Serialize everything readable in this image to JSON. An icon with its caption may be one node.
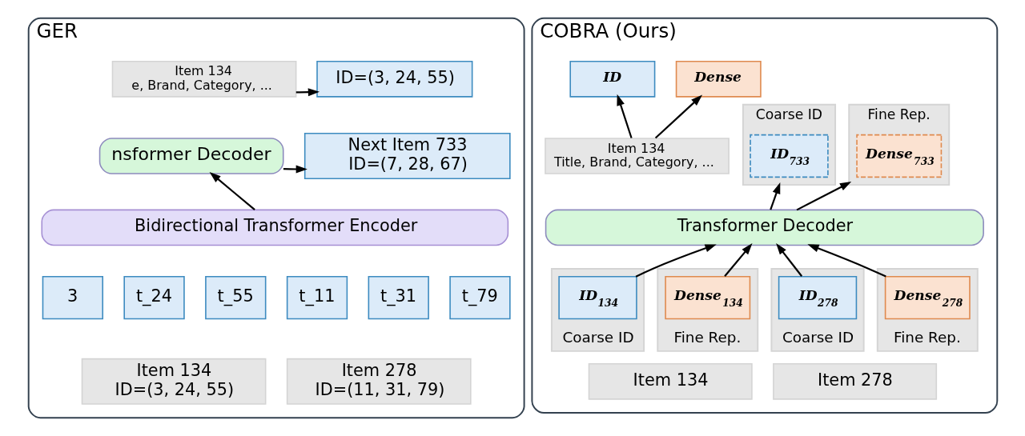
{
  "diagram": {
    "nodes": [
      {
        "text": [
          "GER"
        ]
      },
      {
        "text": [
          "Item 134",
          "e, Brand, Category, ..."
        ],
        "in": 0
      },
      {
        "text": [
          "ID=(3, 24, 55)"
        ],
        "in": 0
      },
      {
        "text": [
          "nsformer Decoder"
        ],
        "in": 0
      },
      {
        "text": [
          "Next Item 733",
          "ID=(7, 28, 67)"
        ],
        "in": 0
      },
      {
        "text": [
          "Bidirectional Transformer Encoder"
        ],
        "in": 0
      },
      {
        "text": [
          "3"
        ],
        "in": 0
      },
      {
        "text": [
          "t_24"
        ],
        "in": 0
      },
      {
        "text": [
          "t_55"
        ],
        "in": 0
      },
      {
        "text": [
          "t_11"
        ],
        "in": 0
      },
      {
        "text": [
          "t_31"
        ],
        "in": 0
      },
      {
        "text": [
          "t_79"
        ],
        "in": 0
      },
      {
        "text": [
          "Item 134",
          "ID=(3, 24, 55)"
        ],
        "in": 0
      },
      {
        "text": [
          "Item 278",
          "ID=(11, 31, 79)"
        ],
        "in": 0
      },
      {
        "text": [
          "COBRA (Ours)"
        ]
      },
      {
        "text": [
          "Item 134",
          "Title, Brand, Category, ..."
        ],
        "in": 14
      },
      {
        "text": [
          "ID"
        ],
        "in": 14
      },
      {
        "text": [
          "Dense"
        ],
        "in": 14
      },
      {
        "text": [
          "Coarse ID"
        ],
        "in": 14
      },
      {
        "text": [
          "ID$_{733}$"
        ],
        "in": 18
      },
      {
        "text": [
          "Fine Rep."
        ],
        "in": 14
      },
      {
        "text": [
          "Dense$_{733}$"
        ],
        "in": 20
      },
      {
        "text": [
          "Transformer Decoder"
        ],
        "in": 14
      },
      {
        "text": [
          "Coarse ID"
        ],
        "in": 14
      },
      {
        "text": [
          "ID$_{134}$"
        ],
        "in": 23
      },
      {
        "text": [
          "Fine Rep."
        ],
        "in": 14
      },
      {
        "text": [
          "Dense$_{134}$"
        ],
        "in": 25
      },
      {
        "text": [
          "Coarse ID"
        ],
        "in": 14
      },
      {
        "text": [
          "ID$_{278}$"
        ],
        "in": 27
      },
      {
        "text": [
          "Fine Rep."
        ],
        "in": 14
      },
      {
        "text": [
          "Dense$_{278}$"
        ],
        "in": 29
      },
      {
        "text": [
          "Item 134"
        ],
        "in": 14
      },
      {
        "text": [
          "Item 278"
        ],
        "in": 14
      }
    ],
    "edges": [
      {
        "from": 1,
        "to": 2,
        "arrow": "to"
      },
      {
        "from": 3,
        "to": 4,
        "arrow": "to"
      },
      {
        "from": 5,
        "to": 3,
        "arrow": "to"
      },
      {
        "from": 15,
        "to": 16,
        "arrow": "to"
      },
      {
        "from": 15,
        "to": 17,
        "arrow": "to"
      },
      {
        "from": 22,
        "to": 18,
        "arrow": "to"
      },
      {
        "from": 22,
        "to": 20,
        "arrow": "to"
      },
      {
        "from": 24,
        "to": 22,
        "arrow": "to"
      },
      {
        "from": 26,
        "to": 22,
        "arrow": "to"
      },
      {
        "from": 28,
        "to": 22,
        "arrow": "to"
      },
      {
        "from": 30,
        "to": 22,
        "arrow": "to"
      }
    ]
  }
}
